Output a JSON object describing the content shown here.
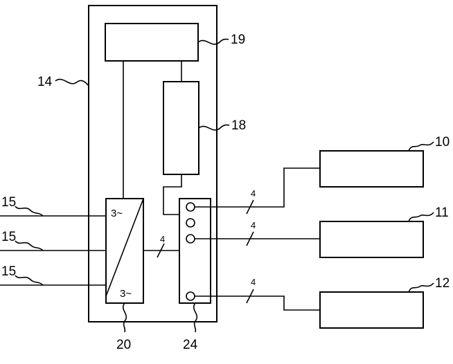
{
  "labels": {
    "enclosure": "14",
    "top_box": "19",
    "middle_box": "18",
    "converter": "20",
    "terminal_block": "24",
    "output_1": "10",
    "output_2": "11",
    "output_3": "12",
    "input_1": "15",
    "input_2": "15",
    "input_3": "15"
  },
  "converter": {
    "phase_top": "3~",
    "phase_bottom": "3~"
  },
  "wire_counts": {
    "internal": "4",
    "to_10": "4",
    "to_11": "4",
    "to_12": "4"
  }
}
